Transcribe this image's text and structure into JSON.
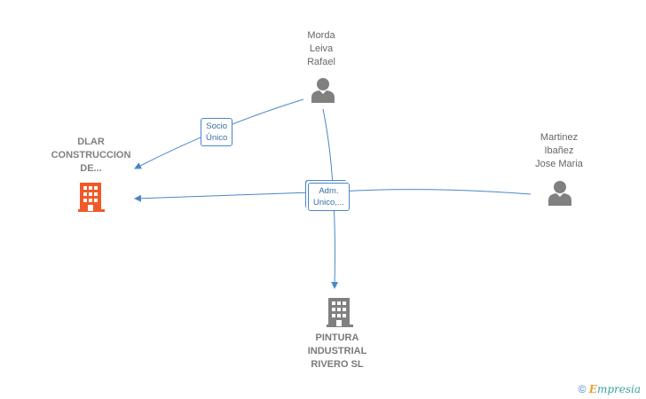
{
  "nodes": {
    "dlar": {
      "label_lines": [
        "DLAR",
        "CONSTRUCCION",
        "DE..."
      ],
      "type": "company",
      "color": "#f05a28"
    },
    "pintura": {
      "label_lines": [
        "PINTURA",
        "INDUSTRIAL",
        "RIVERO SL"
      ],
      "type": "company",
      "color": "#808080"
    },
    "morda": {
      "label_lines": [
        "Morda",
        "Leiva",
        "Rafael"
      ],
      "type": "person",
      "color": "#808080"
    },
    "martinez": {
      "label_lines": [
        "Martinez",
        "Ibañez",
        "Jose Maria"
      ],
      "type": "person",
      "color": "#808080"
    }
  },
  "edges": [
    {
      "from": "morda",
      "to": "dlar",
      "label_lines": [
        "Socio",
        "Único"
      ]
    },
    {
      "from": "morda",
      "to": "pintura",
      "label_lines": []
    },
    {
      "from": "martinez",
      "to": "dlar",
      "label_lines": [
        "Adm.",
        "Unico,..."
      ]
    }
  ],
  "colors": {
    "edge": "#4a86c8"
  },
  "footer": {
    "symbol": "©",
    "brand_first": "E",
    "brand_rest": "mpresia"
  }
}
